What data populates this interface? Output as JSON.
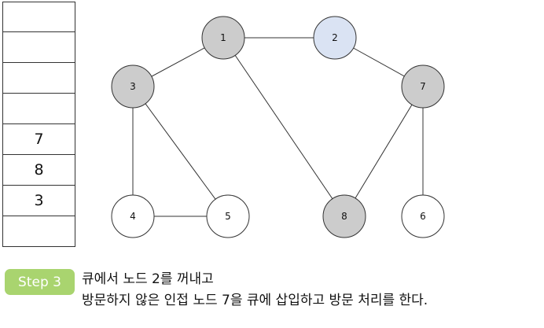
{
  "queue": {
    "cells": [
      "",
      "",
      "",
      "",
      "7",
      "8",
      "3",
      ""
    ]
  },
  "graph": {
    "nodes": [
      {
        "id": "1",
        "label": "1",
        "state": "visited"
      },
      {
        "id": "2",
        "label": "2",
        "state": "current"
      },
      {
        "id": "3",
        "label": "3",
        "state": "visited"
      },
      {
        "id": "7",
        "label": "7",
        "state": "visited"
      },
      {
        "id": "4",
        "label": "4",
        "state": "unvisited"
      },
      {
        "id": "5",
        "label": "5",
        "state": "unvisited"
      },
      {
        "id": "8",
        "label": "8",
        "state": "visited"
      },
      {
        "id": "6",
        "label": "6",
        "state": "unvisited"
      }
    ],
    "edges": [
      [
        "1",
        "2"
      ],
      [
        "1",
        "3"
      ],
      [
        "1",
        "8"
      ],
      [
        "2",
        "7"
      ],
      [
        "3",
        "4"
      ],
      [
        "3",
        "5"
      ],
      [
        "4",
        "5"
      ],
      [
        "7",
        "8"
      ],
      [
        "7",
        "6"
      ]
    ],
    "colors": {
      "visited": "#cccccc",
      "current": "#dae3f3",
      "unvisited": "#ffffff"
    }
  },
  "step": {
    "badge": "Step 3",
    "badge_color": "#a9d46f",
    "line1": "큐에서 노드 2를 꺼내고",
    "line2": "방문하지 않은 인접 노드 7을 큐에 삽입하고 방문 처리를 한다."
  }
}
